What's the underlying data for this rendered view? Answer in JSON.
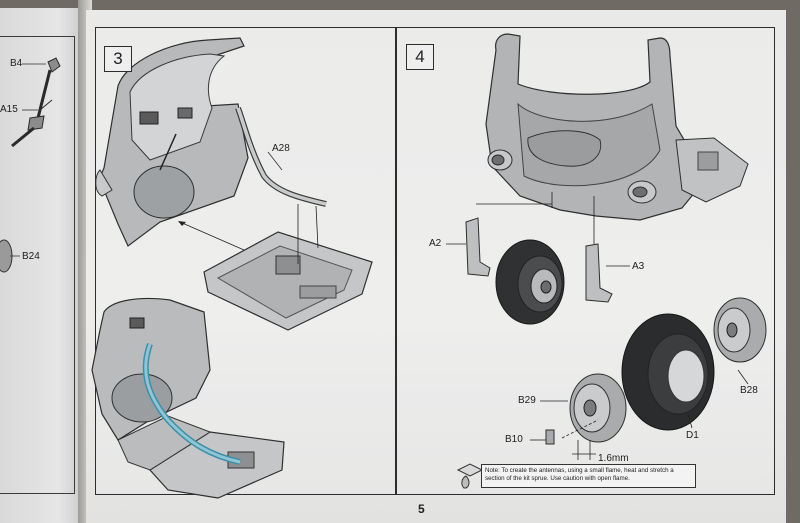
{
  "left_page": {
    "labels": {
      "b4": "B4",
      "a15": "A15",
      "b24": "B24"
    }
  },
  "steps": [
    {
      "number": "3",
      "labels": {
        "a28": "A28"
      }
    },
    {
      "number": "4",
      "labels": {
        "a2": "A2",
        "a3": "A3",
        "b29": "B29",
        "b28": "B28",
        "b10": "B10",
        "d1": "D1",
        "measure": "1.6mm"
      }
    }
  ],
  "note": "Note: To create the antennas, using a small flame, heat and stretch a section of the kit sprue. Use caution with open flame.",
  "page_number": "5"
}
